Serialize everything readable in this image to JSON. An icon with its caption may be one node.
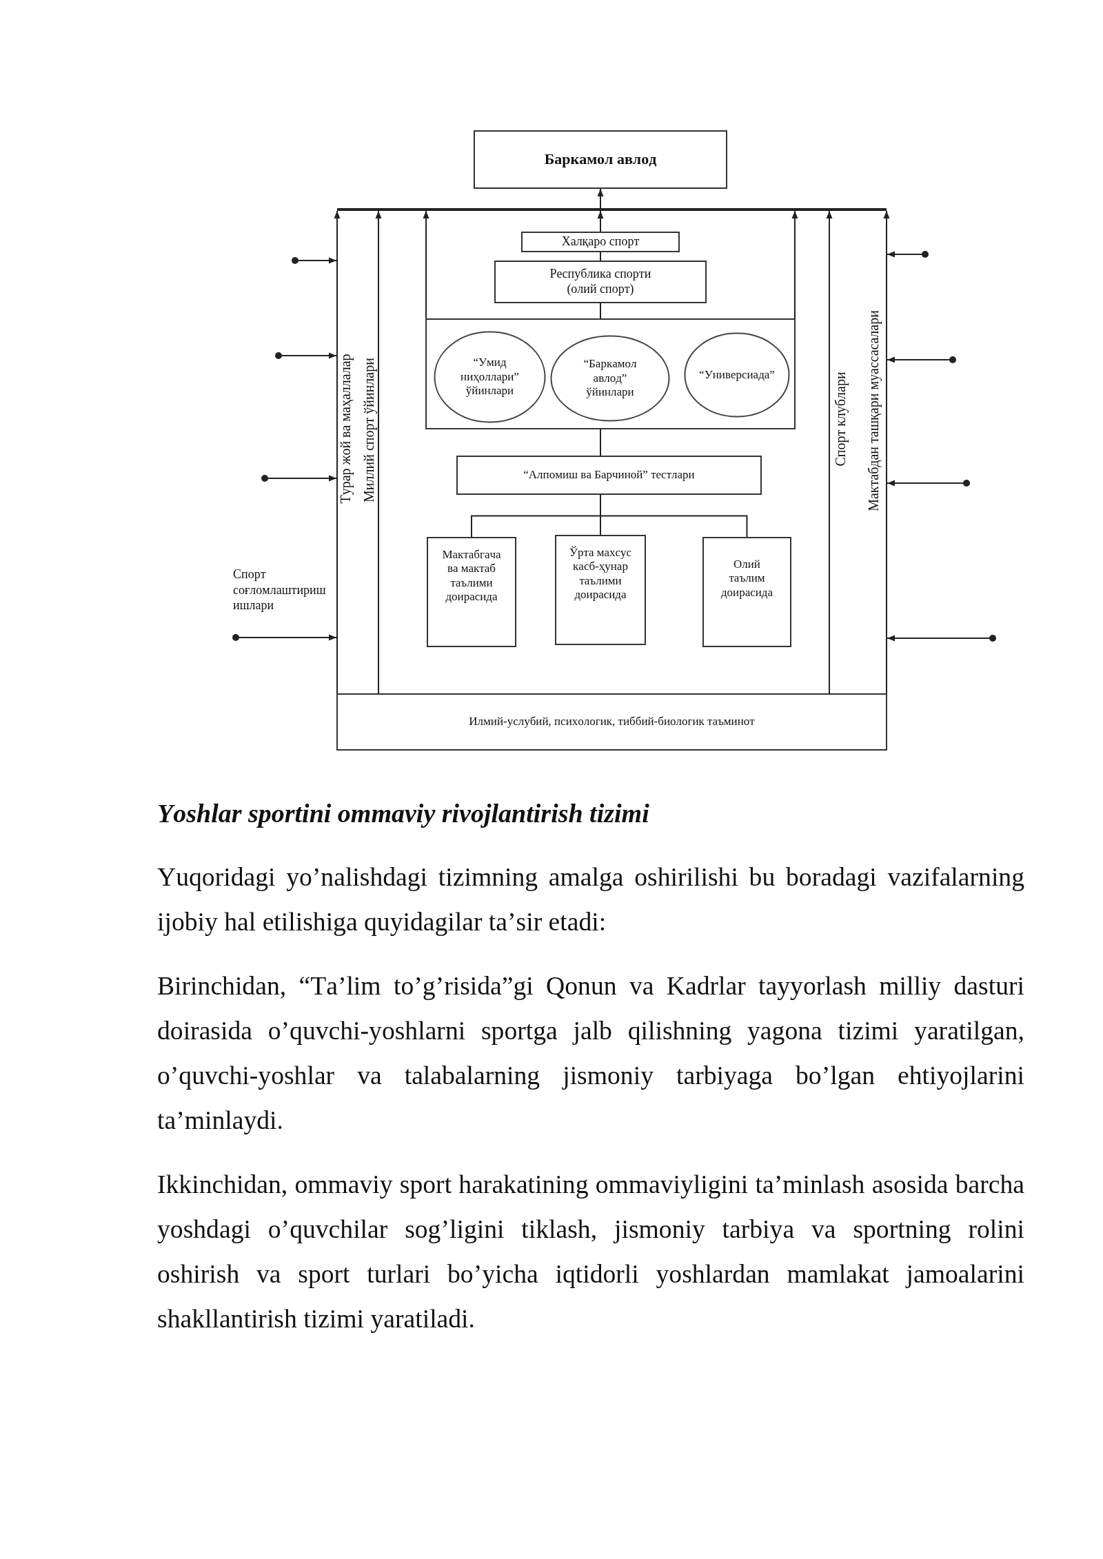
{
  "diagram": {
    "caption": "Yoshlar sportini ommaviy rivojlantirish tizimi",
    "nodes": [
      {
        "text": [
          "Баркамол авлод"
        ]
      },
      {
        "text": [
          "Турар жой ва маҳаллалар",
          "Миллий спорт ўйинлари"
        ]
      },
      {
        "text": [
          "Халқаро спорт"
        ]
      },
      {
        "text": [
          "Республика спорти (олий спорт)"
        ]
      },
      {
        "text": [],
        "shape": "box"
      },
      {
        "text": [
          "“Умид ниҳоллари” ўйинлари"
        ],
        "in": 4
      },
      {
        "text": [
          "“Баркамол авлод” ўйинлари"
        ],
        "in": 4
      },
      {
        "text": [
          "“Универсиада”"
        ],
        "in": 4
      },
      {
        "text": [
          "“Алпомиш ва Барчиной” тестлари"
        ]
      },
      {
        "text": [
          "Мактабгача ва мактаб таълими доирасида"
        ]
      },
      {
        "text": [
          "Ўрта махсус касб-ҳунар таълими доирасида"
        ]
      },
      {
        "text": [
          "Олий таълим доирасида"
        ]
      },
      {
        "text": [
          "Спорт клублари",
          "Мактабдан ташқари муассасалари"
        ]
      },
      {
        "text": [
          "Илмий-услубий, психологик, тиббий-биологик таъминот"
        ]
      }
    ],
    "edges": [
      {
        "from": null,
        "to": 1,
        "arrow": "to"
      },
      {
        "from": null,
        "to": 1,
        "arrow": "to"
      },
      {
        "from": null,
        "to": 1,
        "arrow": "to"
      },
      {
        "from": null,
        "to": 1,
        "arrow": "to",
        "label": "Спорт соғломлаштириш ишлари"
      },
      {
        "from": null,
        "to": 12,
        "arrow": "to"
      },
      {
        "from": null,
        "to": 12,
        "arrow": "to"
      },
      {
        "from": null,
        "to": 12,
        "arrow": "to"
      },
      {
        "from": null,
        "to": 12,
        "arrow": "to"
      },
      {
        "from": 1,
        "to": 0,
        "arrow": "to"
      },
      {
        "from": 4,
        "to": 0,
        "arrow": "to"
      },
      {
        "from": 2,
        "to": 0,
        "arrow": "to"
      },
      {
        "from": 12,
        "to": 0,
        "arrow": "to"
      },
      {
        "from": 2,
        "to": 3,
        "arrow": "none"
      },
      {
        "from": 3,
        "to": 4,
        "arrow": "none"
      },
      {
        "from": 4,
        "to": 8,
        "arrow": "none"
      },
      {
        "from": 8,
        "to": 9,
        "arrow": "none"
      },
      {
        "from": 8,
        "to": 10,
        "arrow": "none"
      },
      {
        "from": 8,
        "to": 11,
        "arrow": "none"
      }
    ],
    "labels": [
      "Yuqoridagi yo’nalishdagi tizimning amalga oshirilishi bu boradagi vazifalarning ijobiy hal etilishiga quyidagilar ta’sir etadi:",
      "Birinchidan, “Ta’lim to’g’risida”gi Qonun va Kadrlar tayyorlash milliy dasturi doirasida o’quvchi-yoshlarni sportga jalb qilishning yagona tizimi yaratilgan, o’quvchi-yoshlar va talabalarning jismoniy tarbiyaga bo’lgan ehtiyojlarini ta’minlaydi.",
      "Ikkinchidan, ommaviy sport harakatining ommaviyligini ta’minlash asosida barcha yoshdagi o’quvchilar sog’ligini tiklash, jismoniy tarbiya va sportning rolini oshirish va sport turlari bo’yicha iqtidorli yoshlardan mamlakat jamoalarini shakllantirish tizimi yaratiladi."
    ]
  }
}
